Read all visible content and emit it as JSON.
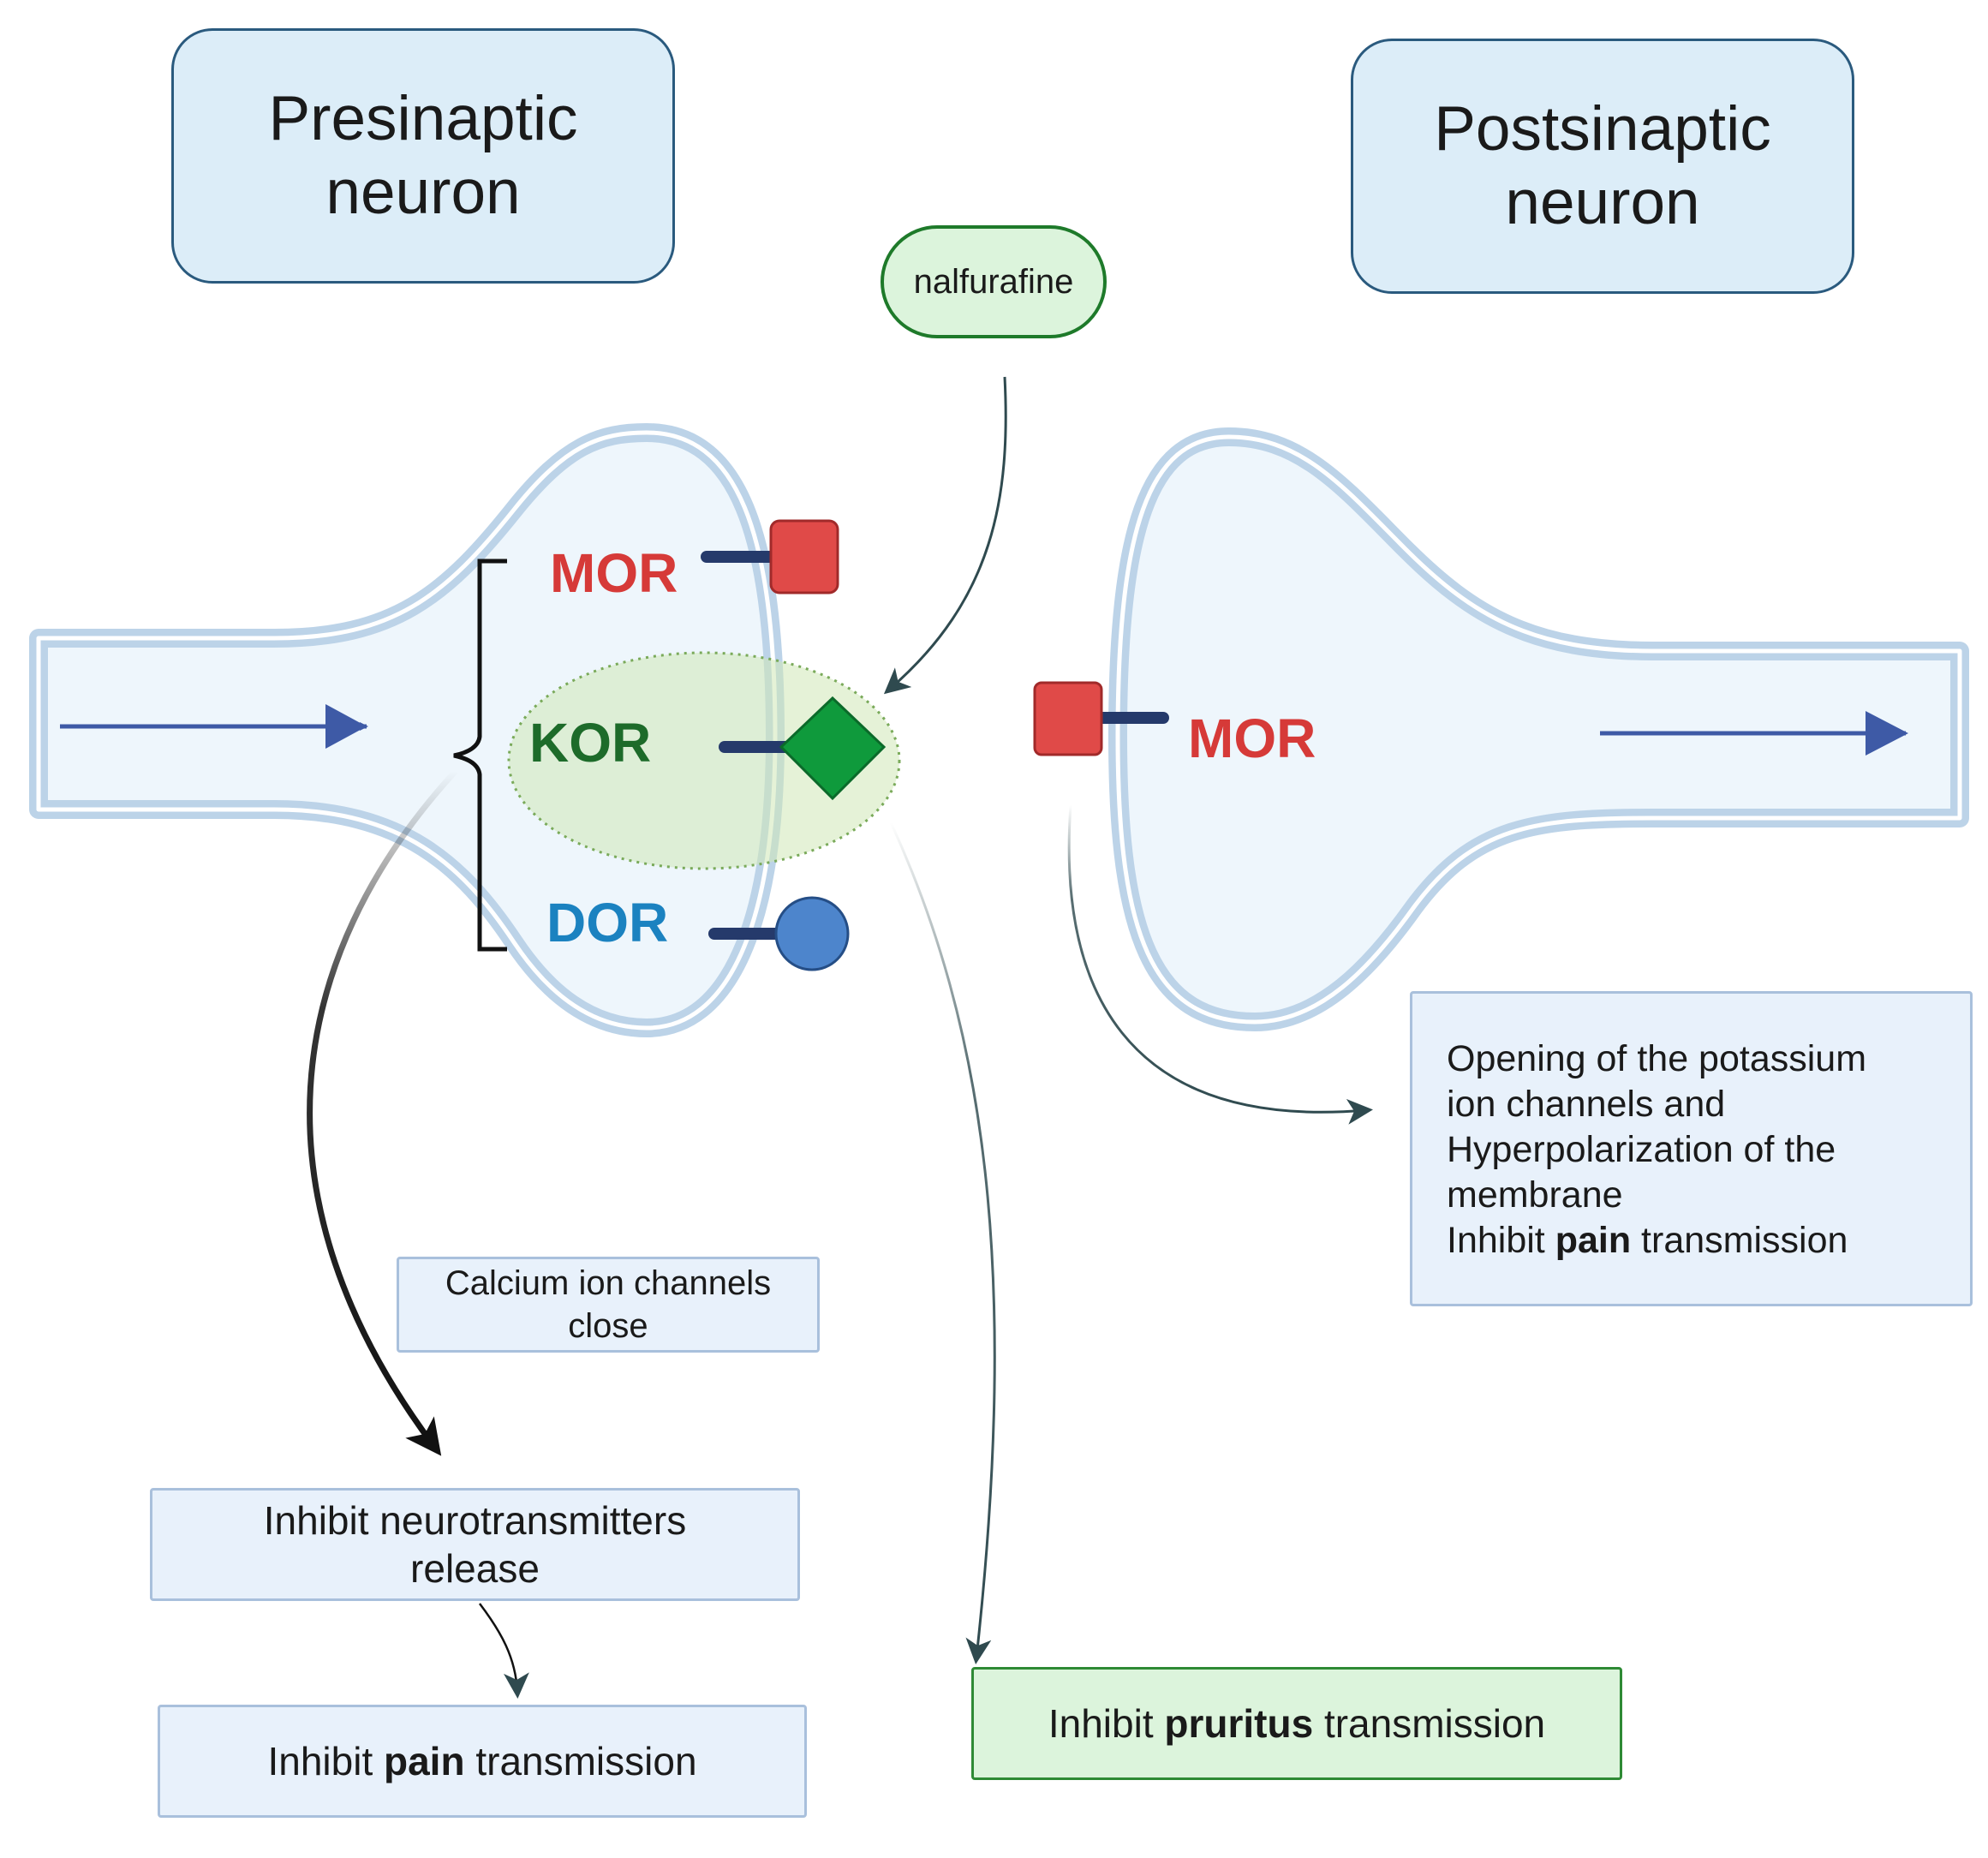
{
  "colors": {
    "mor": "#d63a38",
    "kor": "#1d6b2a",
    "dor": "#1b82c0",
    "arrow_blue": "#3e5aa6",
    "membrane": "#bcd3e8"
  },
  "presynaptic": {
    "title_line1": "Presinaptic",
    "title_line2": "neuron"
  },
  "postsynaptic": {
    "title_line1": "Postsinaptic",
    "title_line2": "neuron"
  },
  "drug": {
    "label": "nalfurafine"
  },
  "receptors": {
    "pre_mor": "MOR",
    "pre_kor": "KOR",
    "pre_dor": "DOR",
    "post_mor": "MOR"
  },
  "effects": {
    "calcium_line1": "Calcium ion channels",
    "calcium_line2": "close",
    "neurotransmitters_line1": "Inhibit neurotransmitters",
    "neurotransmitters_line2": "release",
    "pain_pre": {
      "before": "Inhibit ",
      "bold": "pain",
      "after": " transmission"
    },
    "pruritus": {
      "before": "Inhibit ",
      "bold": "pruritus",
      "after": " transmission"
    },
    "potassium_lines": [
      "Opening of the potassium",
      "ion channels and",
      "Hyperpolarization of the",
      "membrane"
    ],
    "pain_post": {
      "before": "Inhibit ",
      "bold": "pain",
      "after": " transmission"
    }
  }
}
